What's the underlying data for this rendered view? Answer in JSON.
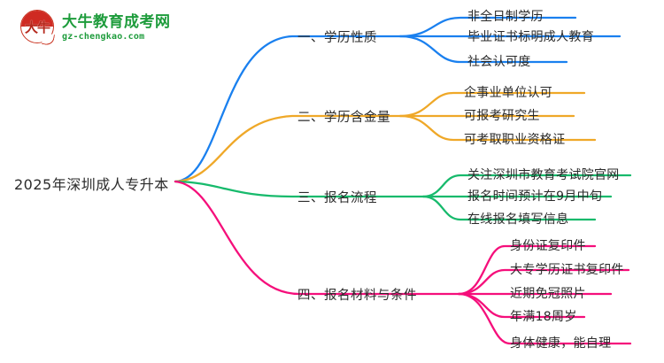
{
  "logo": {
    "mark_text": "大牛",
    "title": "大牛教育成考网",
    "url": "gz-chengkao.com",
    "brand_green": "#1e9c3c",
    "brand_red": "#cf2a22"
  },
  "mindmap": {
    "root": {
      "label": "2025年深圳成人专升本"
    },
    "branches": [
      {
        "label": "一、学历性质",
        "color": "#1a80ef",
        "children": [
          {
            "label": "非全日制学历"
          },
          {
            "label": "毕业证书标明成人教育"
          },
          {
            "label": "社会认可度"
          }
        ]
      },
      {
        "label": "二、学历含金量",
        "color": "#efa828",
        "children": [
          {
            "label": "企事业单位认可"
          },
          {
            "label": "可报考研究生"
          },
          {
            "label": "可考取职业资格证"
          }
        ]
      },
      {
        "label": "三、报名流程",
        "color": "#17ba6c",
        "children": [
          {
            "label": "关注深圳市教育考试院官网"
          },
          {
            "label": "报名时间预计在9月中旬"
          },
          {
            "label": "在线报名填写信息"
          }
        ]
      },
      {
        "label": "四、报名材料与条件",
        "color": "#f50f7b",
        "children": [
          {
            "label": "身份证复印件"
          },
          {
            "label": "大专学历证书复印件"
          },
          {
            "label": "近期免冠照片"
          },
          {
            "label": "年满18周岁"
          },
          {
            "label": "身体健康，能自理"
          }
        ]
      }
    ]
  }
}
